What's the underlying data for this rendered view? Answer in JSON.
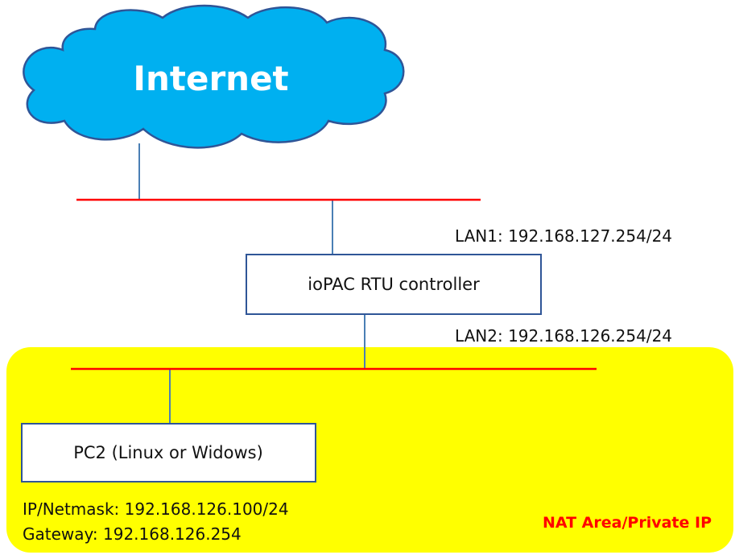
{
  "cloud": {
    "label": "Internet",
    "fill": "#00b0f0",
    "stroke": "#2f5597"
  },
  "router": {
    "label": "ioPAC RTU controller"
  },
  "pc": {
    "label": "PC2 (Linux or Widows)"
  },
  "lan1": {
    "label": "LAN1: 192.168.127.254/24"
  },
  "lan2": {
    "label": "LAN2: 192.168.126.254/24"
  },
  "pc_ip": {
    "label": "IP/Netmask: 192.168.126.100/24"
  },
  "pc_gateway": {
    "label": "Gateway: 192.168.126.254"
  },
  "nat_area": {
    "label": "NAT Area/Private IP",
    "fill": "#ffff00",
    "label_color": "#ff0000"
  },
  "colors": {
    "network_line": "#ff0000",
    "link_line": "#4a7fb5",
    "box_border": "#2f5597"
  }
}
